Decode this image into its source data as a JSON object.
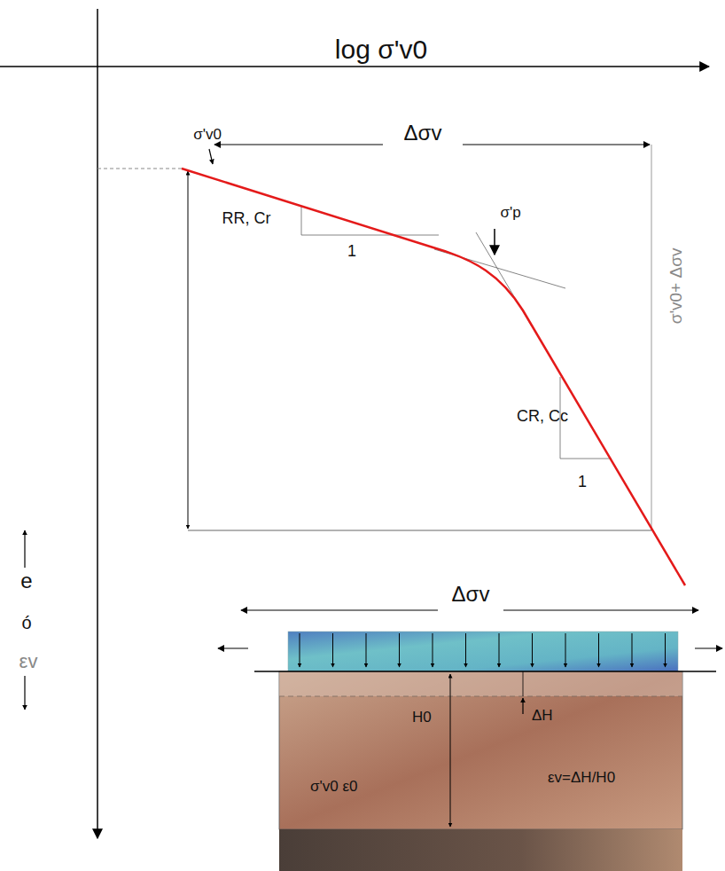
{
  "diagram": {
    "nodes": [
      {
        "text": [
          "H0",
          "ΔH",
          "σ'v0 ε0",
          "εv=ΔH/H0"
        ]
      }
    ],
    "labels": [
      "log σ'v0",
      "σ'v0",
      "Δσv",
      "RR, Cr",
      "1",
      "σ'p",
      "σ'v0+ Δσv",
      "CR, Cc",
      "1",
      "e",
      "ó",
      "εv",
      "Δσv"
    ]
  }
}
